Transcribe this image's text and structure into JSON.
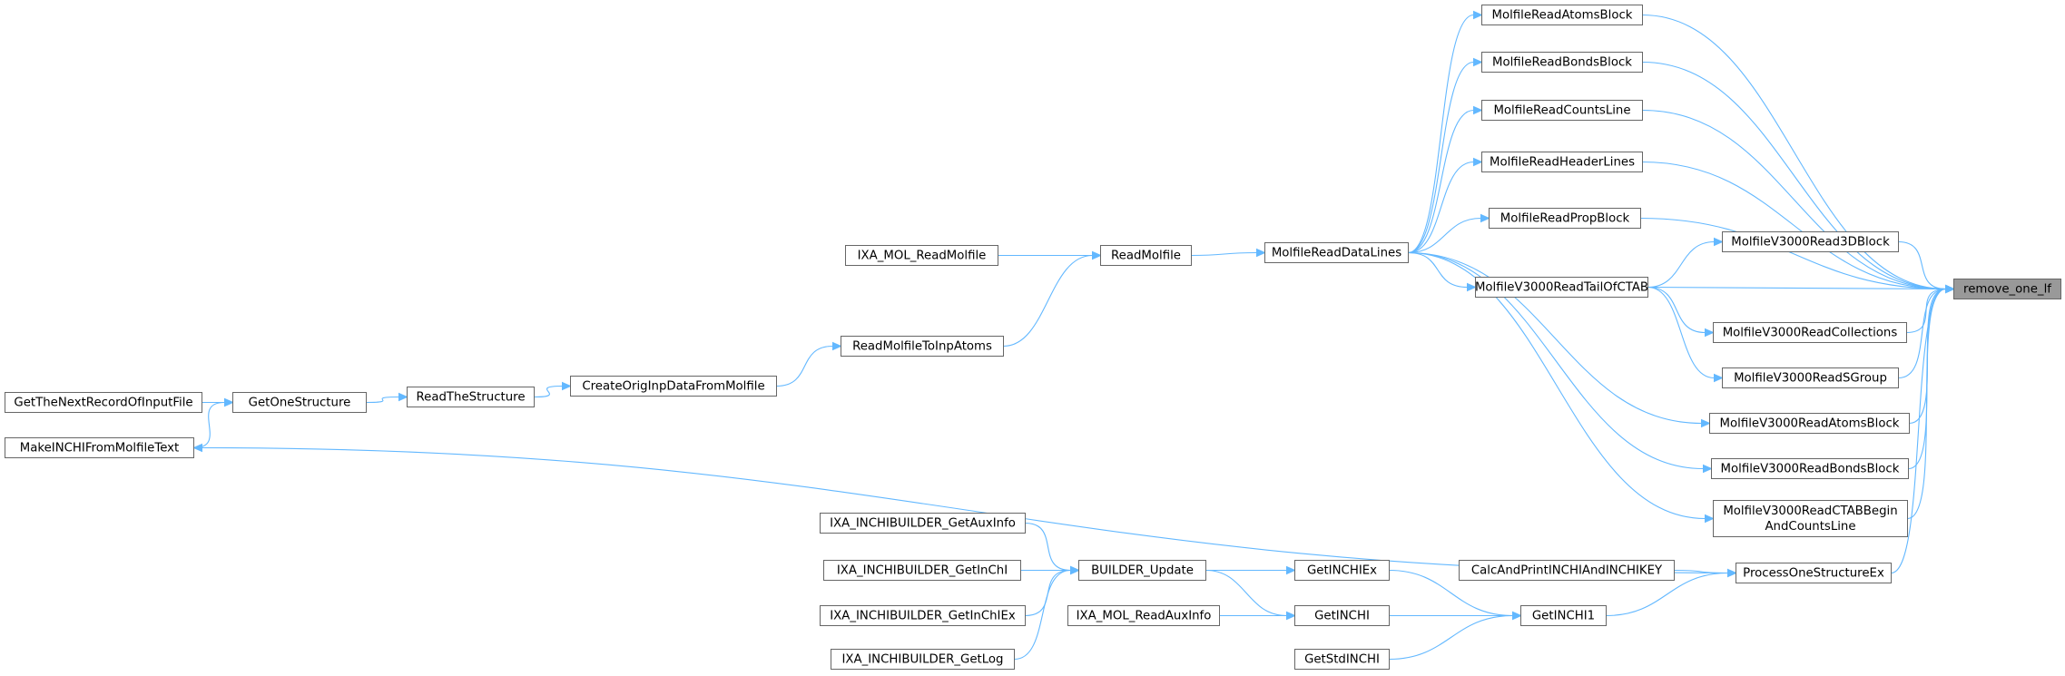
{
  "graph": {
    "edge_color": "#63b8ff",
    "root_fill": "#999999",
    "border_color": "#666666",
    "nodes": [
      {
        "id": "root",
        "lines": [
          "remove_one_lf"
        ],
        "root": true
      },
      {
        "id": "mratoms",
        "lines": [
          "MolfileReadAtomsBlock"
        ]
      },
      {
        "id": "mrbonds",
        "lines": [
          "MolfileReadBondsBlock"
        ]
      },
      {
        "id": "mrcounts",
        "lines": [
          "MolfileReadCountsLine"
        ]
      },
      {
        "id": "mrheader",
        "lines": [
          "MolfileReadHeaderLines"
        ]
      },
      {
        "id": "mrprop",
        "lines": [
          "MolfileReadPropBlock"
        ]
      },
      {
        "id": "v3d",
        "lines": [
          "MolfileV3000Read3DBlock"
        ]
      },
      {
        "id": "vtail",
        "lines": [
          "MolfileV3000ReadTailOfCTAB"
        ]
      },
      {
        "id": "vcoll",
        "lines": [
          "MolfileV3000ReadCollections"
        ]
      },
      {
        "id": "vsgroup",
        "lines": [
          "MolfileV3000ReadSGroup"
        ]
      },
      {
        "id": "vatoms",
        "lines": [
          "MolfileV3000ReadAtomsBlock"
        ]
      },
      {
        "id": "vbonds",
        "lines": [
          "MolfileV3000ReadBondsBlock"
        ]
      },
      {
        "id": "vctab",
        "lines": [
          "MolfileV3000ReadCTABBegin",
          "AndCountsLine"
        ]
      },
      {
        "id": "process",
        "lines": [
          "ProcessOneStructureEx"
        ]
      },
      {
        "id": "mrdata",
        "lines": [
          "MolfileReadDataLines"
        ]
      },
      {
        "id": "readmol",
        "lines": [
          "ReadMolfile"
        ]
      },
      {
        "id": "ixamol",
        "lines": [
          "IXA_MOL_ReadMolfile"
        ]
      },
      {
        "id": "readmolinp",
        "lines": [
          "ReadMolfileToInpAtoms"
        ]
      },
      {
        "id": "createorig",
        "lines": [
          "CreateOrigInpDataFromMolfile"
        ]
      },
      {
        "id": "readstruct",
        "lines": [
          "ReadTheStructure"
        ]
      },
      {
        "id": "getone",
        "lines": [
          "GetOneStructure"
        ]
      },
      {
        "id": "getnext",
        "lines": [
          "GetTheNextRecordOfInputFile"
        ]
      },
      {
        "id": "makeinchi",
        "lines": [
          "MakeINCHIFromMolfileText"
        ]
      },
      {
        "id": "calcprint",
        "lines": [
          "CalcAndPrintINCHIAndINCHIKEY"
        ]
      },
      {
        "id": "getinchi1",
        "lines": [
          "GetINCHI1"
        ]
      },
      {
        "id": "getinchiex",
        "lines": [
          "GetINCHIEx"
        ]
      },
      {
        "id": "getinchi",
        "lines": [
          "GetINCHI"
        ]
      },
      {
        "id": "getstd",
        "lines": [
          "GetStdINCHI"
        ]
      },
      {
        "id": "builder",
        "lines": [
          "BUILDER_Update"
        ]
      },
      {
        "id": "ixaaux",
        "lines": [
          "IXA_MOL_ReadAuxInfo"
        ]
      },
      {
        "id": "ixbaux",
        "lines": [
          "IXA_INCHIBUILDER_GetAuxInfo"
        ]
      },
      {
        "id": "ixbinchi",
        "lines": [
          "IXA_INCHIBUILDER_GetInChI"
        ]
      },
      {
        "id": "ixbinchiex",
        "lines": [
          "IXA_INCHIBUILDER_GetInChIEx"
        ]
      },
      {
        "id": "ixblog",
        "lines": [
          "IXA_INCHIBUILDER_GetLog"
        ]
      }
    ],
    "edges": [
      [
        "mratoms",
        "root"
      ],
      [
        "mrbonds",
        "root"
      ],
      [
        "mrcounts",
        "root"
      ],
      [
        "mrheader",
        "root"
      ],
      [
        "mrprop",
        "root"
      ],
      [
        "v3d",
        "root"
      ],
      [
        "vtail",
        "root"
      ],
      [
        "vcoll",
        "root"
      ],
      [
        "vsgroup",
        "root"
      ],
      [
        "vatoms",
        "root"
      ],
      [
        "vbonds",
        "root"
      ],
      [
        "vctab",
        "root"
      ],
      [
        "process",
        "root"
      ],
      [
        "mrdata",
        "mratoms"
      ],
      [
        "mrdata",
        "mrbonds"
      ],
      [
        "mrdata",
        "mrcounts"
      ],
      [
        "mrdata",
        "mrheader"
      ],
      [
        "mrdata",
        "mrprop"
      ],
      [
        "mrdata",
        "vtail"
      ],
      [
        "mrdata",
        "vatoms"
      ],
      [
        "mrdata",
        "vbonds"
      ],
      [
        "mrdata",
        "vctab"
      ],
      [
        "vtail",
        "v3d"
      ],
      [
        "vtail",
        "vcoll"
      ],
      [
        "vtail",
        "vsgroup"
      ],
      [
        "readmol",
        "mrdata"
      ],
      [
        "ixamol",
        "readmol"
      ],
      [
        "readmolinp",
        "readmol"
      ],
      [
        "createorig",
        "readmolinp"
      ],
      [
        "readstruct",
        "createorig"
      ],
      [
        "getone",
        "readstruct"
      ],
      [
        "getnext",
        "getone"
      ],
      [
        "makeinchi",
        "getone"
      ],
      [
        "process",
        "makeinchi"
      ],
      [
        "calcprint",
        "process"
      ],
      [
        "getinchi1",
        "process"
      ],
      [
        "getinchiex",
        "getinchi1"
      ],
      [
        "getinchi",
        "getinchi1"
      ],
      [
        "getstd",
        "getinchi1"
      ],
      [
        "builder",
        "getinchiex"
      ],
      [
        "builder",
        "getinchi"
      ],
      [
        "ixaaux",
        "getinchi"
      ],
      [
        "ixbaux",
        "builder"
      ],
      [
        "ixbinchi",
        "builder"
      ],
      [
        "ixbinchiex",
        "builder"
      ],
      [
        "ixblog",
        "builder"
      ]
    ]
  }
}
